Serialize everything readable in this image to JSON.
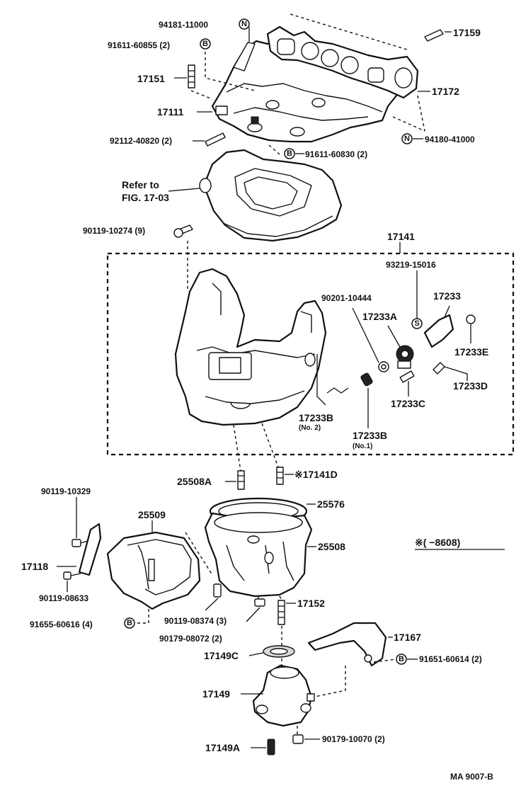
{
  "labels": {
    "p94181_11000": "94181-11000",
    "p17159": "17159",
    "p91611_60855": "91611-60855 (2)",
    "p17151": "17151",
    "p17172": "17172",
    "p17111": "17111",
    "p92112_40820": "92112-40820 (2)",
    "p94180_41000": "94180-41000",
    "p91611_60830": "91611-60830 (2)",
    "refer_line1": "Refer to",
    "refer_line2": "FIG. 17-03",
    "p90119_10274": "90119-10274 (9)",
    "p17141": "17141",
    "p93219_15016": "93219-15016",
    "p90201_10444": "90201-10444",
    "p17233": "17233",
    "p17233A": "17233A",
    "p17233E": "17233E",
    "p17233D": "17233D",
    "p17233C": "17233C",
    "p17233B_no2": "17233B",
    "p17233B_no2_sub": "(No. 2)",
    "p17233B_no1": "17233B",
    "p17233B_no1_sub": "(No.1)",
    "p25508A": "25508A",
    "p17141D": "※17141D",
    "p90119_10329": "90119-10329",
    "p25509": "25509",
    "p25576": "25576",
    "p25508": "25508",
    "footnote": "※(        −8608)",
    "p17118": "17118",
    "p90119_08633": "90119-08633",
    "p90119_08374": "90119-08374 (3)",
    "p17152": "17152",
    "p91655_60616": "91655-60616 (4)",
    "p90179_08072": "90179-08072 (2)",
    "p17167": "17167",
    "p17149C": "17149C",
    "p91651_60614": "91651-60614 (2)",
    "p17149": "17149",
    "p17149A": "17149A",
    "p90179_10070": "90179-10070 (2)",
    "ref_code": "MA  9007-B"
  },
  "symbols": {
    "N": "N",
    "B": "B",
    "S": "S"
  }
}
